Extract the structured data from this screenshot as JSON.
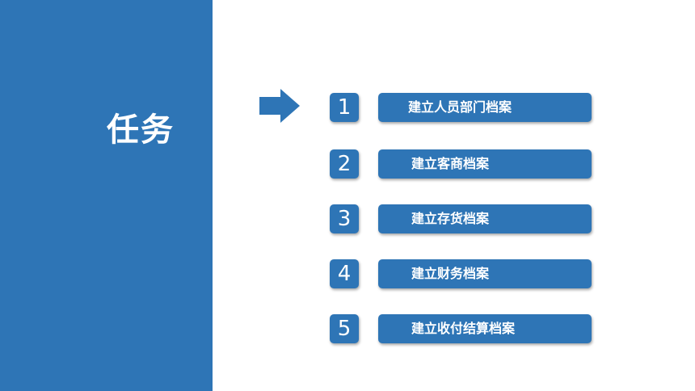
{
  "sidebar": {
    "title": "任务"
  },
  "colors": {
    "panel": "#2e75b6",
    "background": "#ffffff"
  },
  "icons": {
    "pointer": "right-arrow-icon"
  },
  "tasks": [
    {
      "number": "1",
      "label": "建立人员部门档案"
    },
    {
      "number": "2",
      "label": "建立客商档案"
    },
    {
      "number": "3",
      "label": "建立存货档案"
    },
    {
      "number": "4",
      "label": "建立财务档案"
    },
    {
      "number": "5",
      "label": "建立收付结算档案"
    }
  ]
}
